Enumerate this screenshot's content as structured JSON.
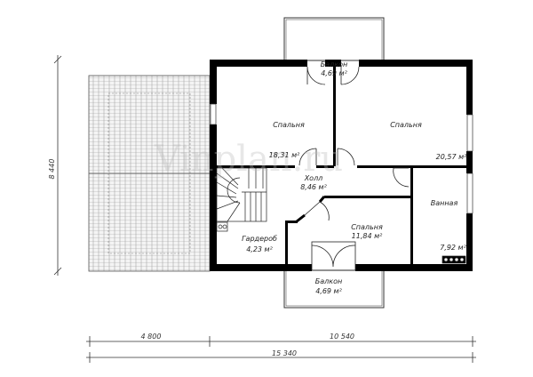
{
  "plan": {
    "watermark": "Vinplan.ru",
    "rooms": {
      "balcony_top": {
        "name": "Балкон",
        "area": "4,69 м²"
      },
      "bedroom_left": {
        "name": "Спальня",
        "area": "18,31 м²"
      },
      "bedroom_right": {
        "name": "Спальня",
        "area": "20,57 м²"
      },
      "hall": {
        "name": "Холл",
        "area": "8,46 м²"
      },
      "bathroom": {
        "name": "Ванная",
        "area": "7,92 м²"
      },
      "bedroom_small": {
        "name": "Спальня",
        "area": "11,84 м²"
      },
      "wardrobe": {
        "name": "Гардероб",
        "area": "4,23 м²"
      },
      "balcony_bottom": {
        "name": "Балкон",
        "area": "4,69 м²"
      }
    },
    "dimensions": {
      "height": "8 440",
      "left_width": "4 800",
      "right_width": "10 540",
      "total_width": "15 340"
    }
  }
}
